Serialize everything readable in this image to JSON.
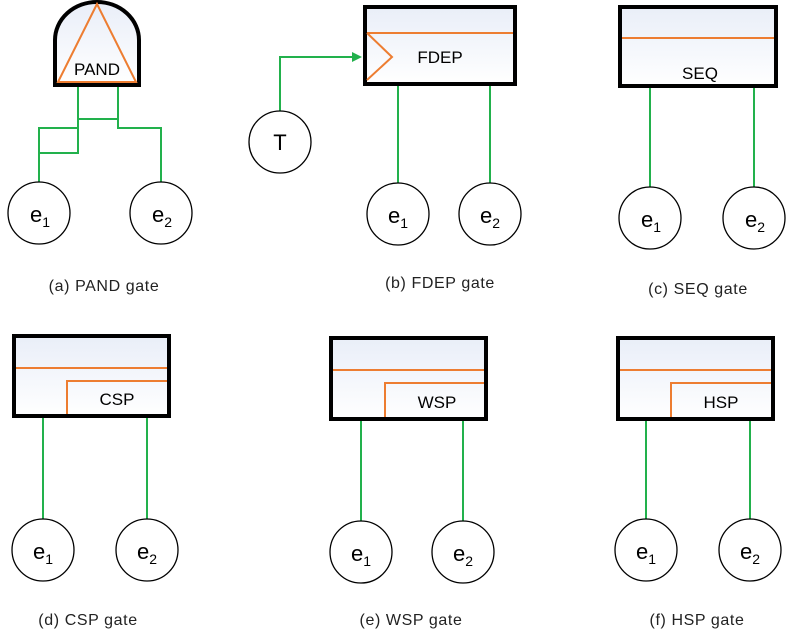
{
  "colors": {
    "outline": "#000000",
    "connector": "#22b14c",
    "accent": "#ed7d31",
    "fill_top": "#e9eef8",
    "fill_bottom": "#ffffff"
  },
  "events": {
    "e": "e",
    "sub1": "1",
    "sub2": "2",
    "trigger": "T"
  },
  "gates": {
    "pand": {
      "label": "PAND",
      "caption": "(a) PAND gate"
    },
    "fdep": {
      "label": "FDEP",
      "caption": "(b) FDEP gate"
    },
    "seq": {
      "label": "SEQ",
      "caption": "(c) SEQ gate"
    },
    "csp": {
      "label": "CSP",
      "caption": "(d) CSP gate"
    },
    "wsp": {
      "label": "WSP",
      "caption": "(e) WSP gate"
    },
    "hsp": {
      "label": "HSP",
      "caption": "(f) HSP gate"
    }
  }
}
